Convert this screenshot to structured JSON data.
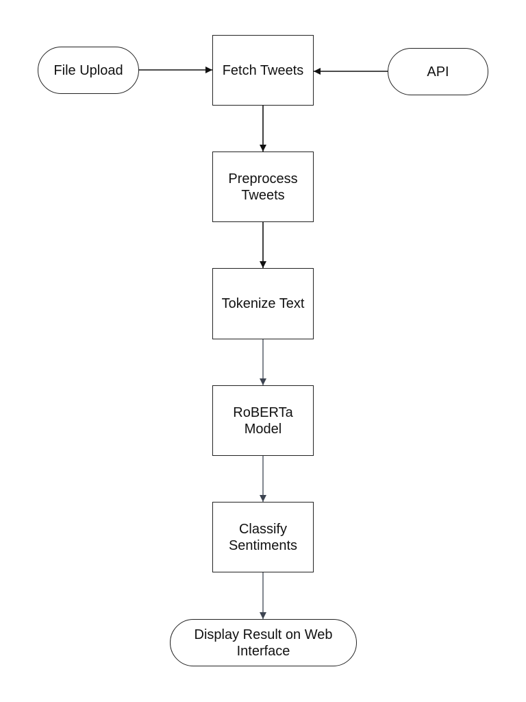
{
  "nodes": {
    "file_upload": "File Upload",
    "fetch_tweets": "Fetch Tweets",
    "api": "API",
    "preprocess_tweets": "Preprocess\nTweets",
    "tokenize_text": "Tokenize Text",
    "roberta_model": "RoBERTa\nModel",
    "classify_sentiments": "Classify\nSentiments",
    "display_result": "Display Result on Web\nInterface"
  },
  "colors": {
    "stroke": "#222222",
    "arrow_dark": "#111111",
    "arrow_slate": "#3d4451"
  }
}
